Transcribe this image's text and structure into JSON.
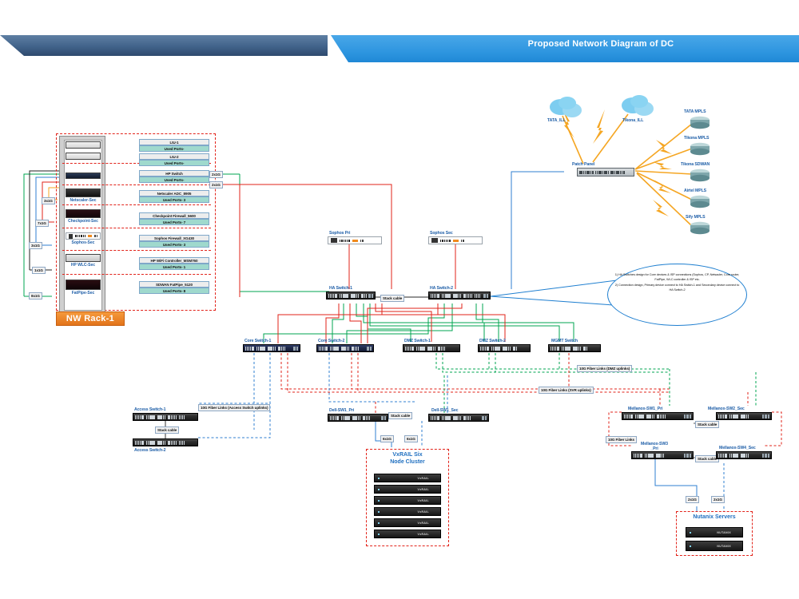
{
  "banner": {
    "title": "Proposed Network Diagram of DC"
  },
  "rack": {
    "name": "NW Rack-1",
    "devices": [
      {
        "label": "Netscaler-Sec"
      },
      {
        "label": "Checkpoint-Sec"
      },
      {
        "label": "Sophos-Sec"
      },
      {
        "label": "HP WLC-Sec"
      },
      {
        "label": "FatPipe-Sec"
      }
    ],
    "inventory": [
      {
        "name": "LIU-1",
        "ports": "Used Ports-"
      },
      {
        "name": "LIU-2",
        "ports": "Used Ports-"
      },
      {
        "name": "HP Switch",
        "ports": "Used Ports-"
      },
      {
        "name": "Netscaler ADC_8905",
        "ports": "Used Ports- 3"
      },
      {
        "name": "Checkpoint Firewall_5600",
        "ports": "Used Ports- 7"
      },
      {
        "name": "Sophos Firewall_XG430",
        "ports": "Used Ports- 3"
      },
      {
        "name": "HP WiFi Controller_MSM760",
        "ports": "Used Ports- 1"
      },
      {
        "name": "SDWAN FatPipe_5120",
        "ports": "Used Ports- 8"
      }
    ],
    "link_tags": [
      "3x1G",
      "7x1G",
      "3x1G",
      "1x1G",
      "8x1G"
    ],
    "hp_switch_tags": [
      "2x1G",
      "2x1G"
    ]
  },
  "wan": {
    "clouds": [
      {
        "label": "TATA_ILL"
      },
      {
        "label": "Tikona_ILL"
      }
    ],
    "patch_panel": "Patch Panel",
    "routers": [
      {
        "label": "TATA MPLS"
      },
      {
        "label": "Tikona MPLS"
      },
      {
        "label": "Tikona SDWAN"
      },
      {
        "label": "Airtel MPLS"
      },
      {
        "label": "Sify MPLS"
      }
    ]
  },
  "firewalls": [
    {
      "label": "Sophos Pri"
    },
    {
      "label": "Sophos Sec"
    }
  ],
  "ha": {
    "switch1": "HA Switch-1",
    "switch2": "HA Switch-2",
    "stack_cable": "Stack cable"
  },
  "callout": {
    "line1": "1) HA Switches design for Core devices & ISP connections (Sophos, CP, Netsacler, Core router, FatPipe, WLC controller & ISP etc.",
    "line2": "2) Connection design, Primary device connect to HA Switch-1 and Secondary device connect to HA Switch-2"
  },
  "core_row": [
    {
      "label": "Core Switch-1"
    },
    {
      "label": "Core Switch-2"
    },
    {
      "label": "DMZ Switch-1"
    },
    {
      "label": "DMZ Switch-2"
    },
    {
      "label": "MGMT Switch"
    }
  ],
  "fiber_labels": {
    "dmz": "10G Fiber Links (DMZ uplinks)",
    "svr": "10G Fiber Links (SVR uplinks)",
    "access": "10G Fiber Links (Access Switch uplinks)",
    "mellanox": "10G Fiber Links"
  },
  "access": {
    "switch1": "Access Switch-1",
    "switch2": "Access Switch-2",
    "stack_cable": "Stack cable"
  },
  "dell": {
    "sw1": "Dell-SW1_Pri",
    "sw2": "Dell-SW1_Sec",
    "stack_cable": "Stack cable",
    "tag_left": "6x1G",
    "tag_right": "6x1G"
  },
  "vxrail": {
    "title_line1": "VxRAIL Six",
    "title_line2": "Node Cluster",
    "node_brand": "VxRAIL",
    "node_count": 6
  },
  "mellanox": {
    "sw1": "Mellanox-SW1_Pri",
    "sw2": "Mellanox-SW2_Sec",
    "sw3_line1": "Mellanox-SW3",
    "sw3_line2": "_Pri",
    "sw4": "Mellanox-SW4_Sec",
    "stack_cable_top": "Stack cable",
    "stack_cable_bottom": "Stack cable",
    "tag_left": "2x1G",
    "tag_right": "2x1G"
  },
  "nutanix": {
    "title": "Nutanix Servers",
    "node_brand": "NUTANIX",
    "node_count": 2
  },
  "colors": {
    "red": "#e2231a",
    "green": "#00a651",
    "blue": "#2f7fd0",
    "orange": "#f5a623",
    "accent_blue": "#1f5fa8"
  }
}
